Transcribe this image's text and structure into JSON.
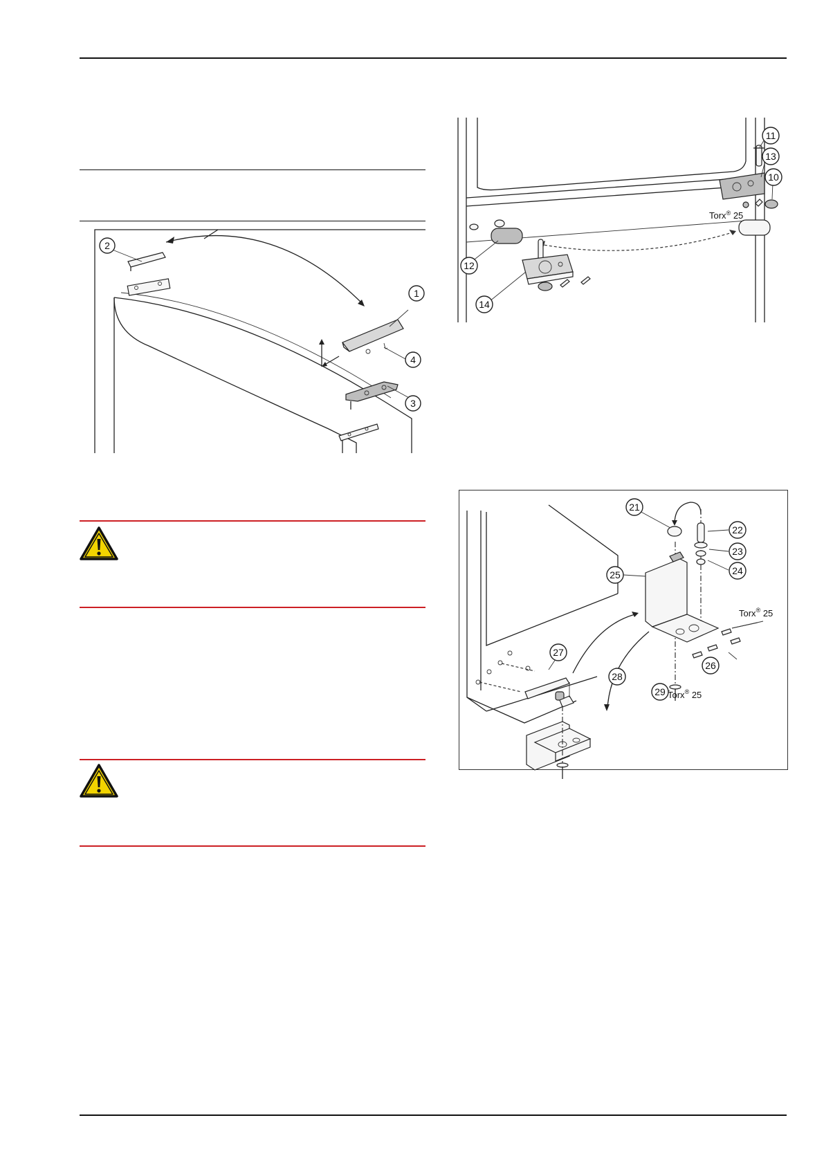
{
  "colors": {
    "warning_rule": "#cc1f24",
    "warning_triangle": "#f2d400",
    "rule": "#111111"
  },
  "figure_top_left": {
    "callouts": [
      "1",
      "2",
      "3",
      "4"
    ]
  },
  "figure_top_right": {
    "callouts": [
      "10",
      "11",
      "12",
      "13",
      "14"
    ],
    "torx_label": "Torx",
    "torx_size": "25",
    "torx_mark": "®"
  },
  "figure_bottom_right": {
    "callouts": [
      "21",
      "22",
      "23",
      "24",
      "25",
      "26",
      "27",
      "28",
      "29"
    ],
    "torx_label": "Torx",
    "torx_size": "25",
    "torx_mark": "®"
  },
  "warnings": [
    {
      "icon": "warning-triangle-icon"
    },
    {
      "icon": "warning-triangle-icon"
    }
  ]
}
